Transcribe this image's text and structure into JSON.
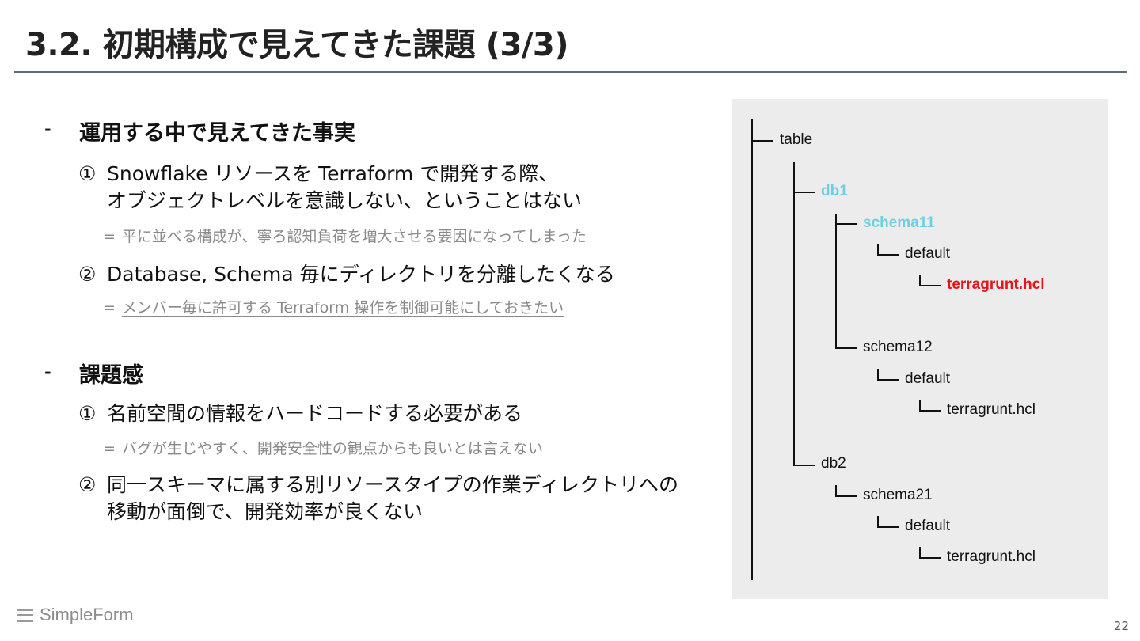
{
  "slide": {
    "title": "3.2. 初期構成で見えてきた課題 (3/3)",
    "page_number": "22",
    "logo_text": "SimpleForm"
  },
  "sections": [
    {
      "dash": "-",
      "heading": "運用する中で見えてきた事実",
      "items": [
        {
          "num": "①",
          "lines": [
            "Snowflake リソースを Terraform で開発する際、",
            "オブジェクトレベルを意識しない、ということはない"
          ],
          "note_eq": "=",
          "note": "平に並べる構成が、寧ろ認知負荷を増大させる要因になってしまった"
        },
        {
          "num": "②",
          "lines": [
            "Database, Schema 毎にディレクトリを分離したくなる"
          ],
          "note_eq": "=",
          "note": "メンバー毎に許可する Terraform 操作を制御可能にしておきたい"
        }
      ]
    },
    {
      "dash": "-",
      "heading": "課題感",
      "items": [
        {
          "num": "①",
          "lines": [
            "名前空間の情報をハードコードする必要がある"
          ],
          "note_eq": "=",
          "note": "バグが生じやすく、開発安全性の観点からも良いとは言えない"
        },
        {
          "num": "②",
          "lines": [
            "同一スキーマに属する別リソースタイプの作業ディレクトリへの",
            "移動が面倒で、開発効率が良くない"
          ]
        }
      ]
    }
  ],
  "tree": {
    "root": "table",
    "db1": "db1",
    "schema11": "schema11",
    "default_a": "default",
    "terragrunt_a": "terragrunt.hcl",
    "schema12": "schema12",
    "default_b": "default",
    "terragrunt_b": "terragrunt.hcl",
    "db2": "db2",
    "schema21": "schema21",
    "default_c": "default",
    "terragrunt_c": "terragrunt.hcl"
  },
  "colors": {
    "highlight_cyan": "#6fcfe0",
    "highlight_red": "#e8141a",
    "note_gray": "#8a8a8a",
    "panel_bg": "#ececec"
  }
}
